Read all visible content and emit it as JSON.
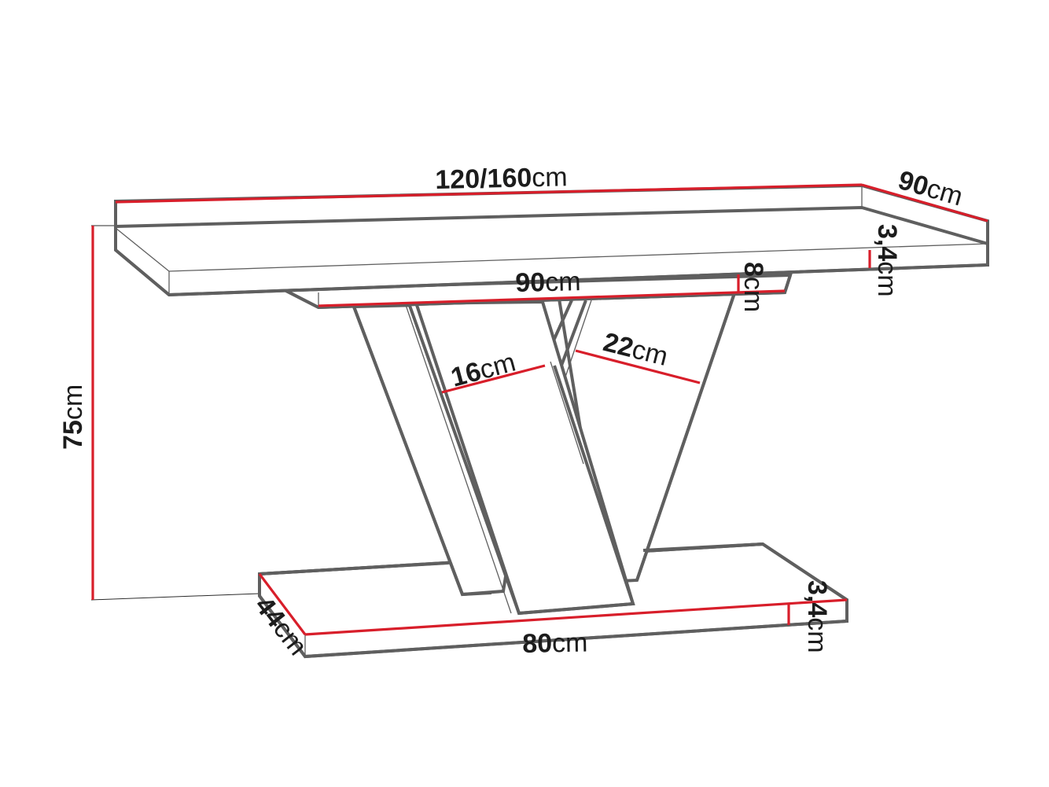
{
  "diagram": {
    "title": "Table dimension drawing",
    "colors": {
      "outline": "#5f5f5f",
      "dimension_line": "#d81e2a",
      "text": "#1c1c1c",
      "background": "#ffffff"
    },
    "unit": "cm",
    "labels": {
      "top_length": {
        "value": "120/160",
        "unit": "cm"
      },
      "top_depth": {
        "value": "90",
        "unit": "cm"
      },
      "top_thickness": {
        "value": "3,4",
        "unit": "cm"
      },
      "apron_length": {
        "value": "90",
        "unit": "cm"
      },
      "apron_height": {
        "value": "8",
        "unit": "cm"
      },
      "leg_front_width": {
        "value": "16",
        "unit": "cm"
      },
      "leg_rear_width": {
        "value": "22",
        "unit": "cm"
      },
      "total_height": {
        "value": "75",
        "unit": "cm"
      },
      "base_depth": {
        "value": "44",
        "unit": "cm"
      },
      "base_length": {
        "value": "80",
        "unit": "cm"
      },
      "base_thickness": {
        "value": "3,4",
        "unit": "cm"
      }
    }
  }
}
